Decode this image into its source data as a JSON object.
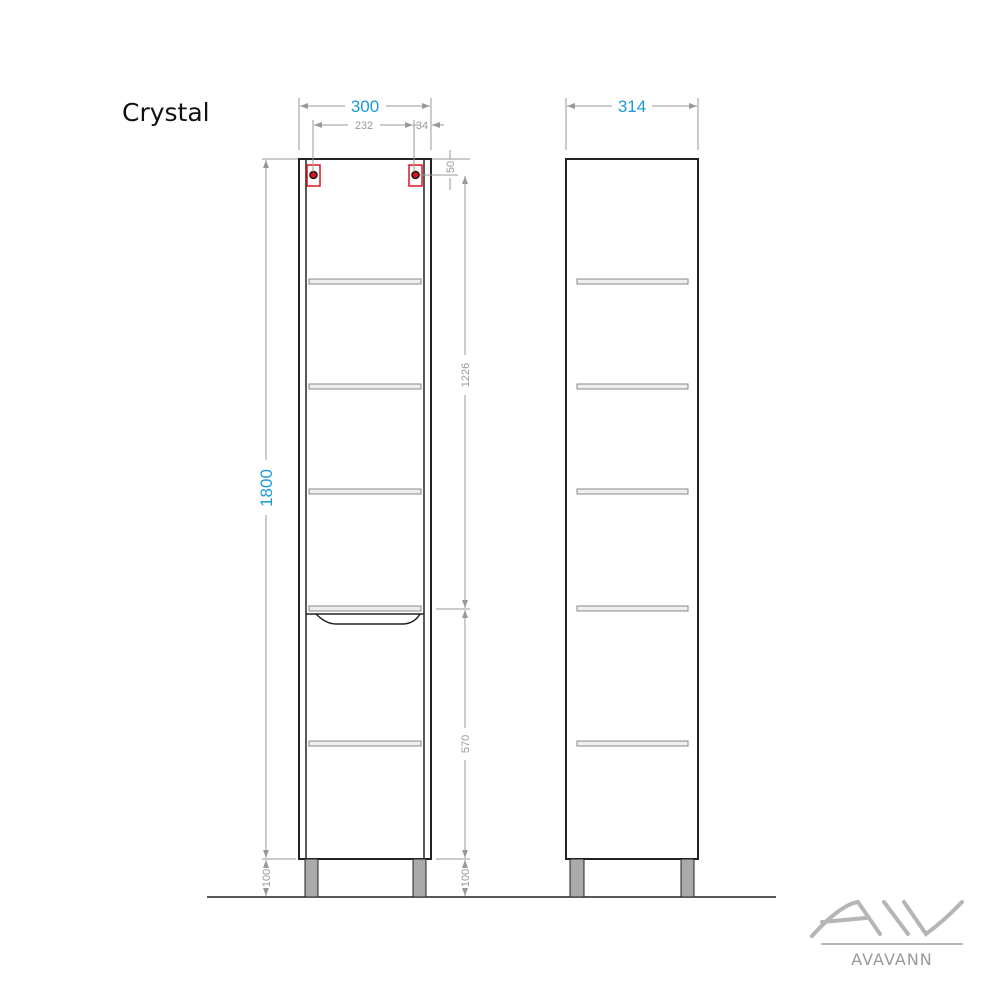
{
  "title": "Crystal",
  "dimensions": {
    "front_width": "300",
    "hole_spacing": "232",
    "hole_offset_side": "34",
    "hole_offset_top": "50",
    "total_height": "1800",
    "upper_section": "1226",
    "lower_section": "570",
    "leg_height_left": "100",
    "leg_height_right": "100",
    "side_depth": "314"
  },
  "colors": {
    "accent_dimension": "#1a9ad9",
    "secondary_dimension": "#999999",
    "mount_marker": "#e0141e"
  },
  "logo": {
    "mark": "AW",
    "text": "AVAVANN"
  }
}
